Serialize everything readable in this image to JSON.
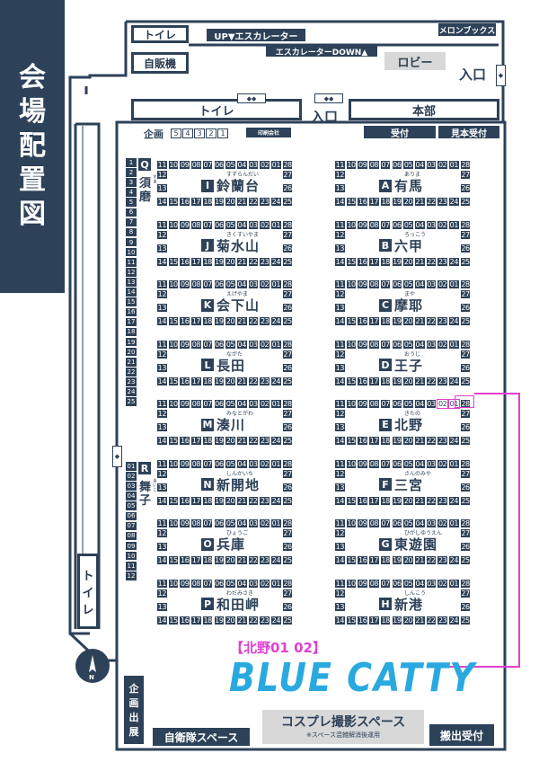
{
  "title_chars": [
    "会",
    "場",
    "配",
    "置",
    "図"
  ],
  "top": {
    "toilet": "トイレ",
    "vending": "自販機",
    "escalator_up": "UP▼エスカレーター",
    "escalator_down": "エスカレーターDOWN▲",
    "melonbooks": "メロンブックス",
    "lobby": "ロビー",
    "entrance_right": "入口",
    "toilet_mid": "トイレ",
    "entrance_mid": "入口",
    "hq": "本部",
    "kikaku": "企画",
    "kikaku_nums": [
      "5",
      "4",
      "3",
      "2",
      "1"
    ],
    "printing": "印刷会社",
    "reception": "受付",
    "sample": "見本受付"
  },
  "left_top_col": {
    "letter": "Q",
    "name_chars": [
      "須",
      "磨"
    ],
    "kana": "すま",
    "numbers": [
      "1",
      "2",
      "3",
      "4",
      "5",
      "6",
      "7",
      "8",
      "9",
      "10",
      "11",
      "12",
      "13",
      "14",
      "15",
      "16",
      "17",
      "18",
      "19",
      "20",
      "21",
      "22",
      "23",
      "24",
      "25"
    ]
  },
  "left_bottom_col": {
    "letter": "R",
    "name_chars": [
      "舞",
      "子"
    ],
    "kana": "まいこ",
    "numbers": [
      "01",
      "02",
      "03",
      "04",
      "05",
      "06",
      "07",
      "08",
      "09",
      "10",
      "11",
      "12"
    ]
  },
  "row_top": [
    "11",
    "10",
    "09",
    "08",
    "07",
    "06",
    "05",
    "04",
    "03",
    "02",
    "01",
    "28"
  ],
  "row_bottom": [
    "14",
    "15",
    "16",
    "17",
    "18",
    "19",
    "20",
    "21",
    "22",
    "23",
    "24",
    "25"
  ],
  "left_side": [
    "12",
    "13"
  ],
  "right_side": [
    "27",
    "26"
  ],
  "blocks_left": [
    {
      "letter": "I",
      "name": "鈴蘭台",
      "kana": "すずらんだい"
    },
    {
      "letter": "J",
      "name": "菊水山",
      "kana": "きくすいやま"
    },
    {
      "letter": "K",
      "name": "会下山",
      "kana": "えげやま"
    },
    {
      "letter": "L",
      "name": "長田",
      "kana": "ながた"
    },
    {
      "letter": "M",
      "name": "湊川",
      "kana": "みなとがわ"
    },
    {
      "letter": "N",
      "name": "新開地",
      "kana": "しんかいち"
    },
    {
      "letter": "O",
      "name": "兵庫",
      "kana": "ひょうご"
    },
    {
      "letter": "P",
      "name": "和田岬",
      "kana": "わだみさき"
    }
  ],
  "blocks_right": [
    {
      "letter": "A",
      "name": "有馬",
      "kana": "ありま"
    },
    {
      "letter": "B",
      "name": "六甲",
      "kana": "ろっこう"
    },
    {
      "letter": "C",
      "name": "摩耶",
      "kana": "まや"
    },
    {
      "letter": "D",
      "name": "王子",
      "kana": "おうじ"
    },
    {
      "letter": "E",
      "name": "北野",
      "kana": "きたの"
    },
    {
      "letter": "F",
      "name": "三宮",
      "kana": "さんのみや"
    },
    {
      "letter": "G",
      "name": "東遊園",
      "kana": "ひがしゆうえん"
    },
    {
      "letter": "H",
      "name": "新港",
      "kana": "しんこう"
    }
  ],
  "highlight": {
    "label": "【北野01 02】",
    "circle_name": "BLUE CATTY",
    "color": "#e040d0"
  },
  "bottom": {
    "toilet_left": "トイレ",
    "compass": "N",
    "kikaku_vertical": [
      "企",
      "画",
      "出",
      "展"
    ],
    "self_defense": "自衛隊スペース",
    "cosplay": "コスプレ撮影スペース",
    "cosplay_note": "※スペース混雑解消後運用",
    "carry_out": "搬出受付"
  }
}
